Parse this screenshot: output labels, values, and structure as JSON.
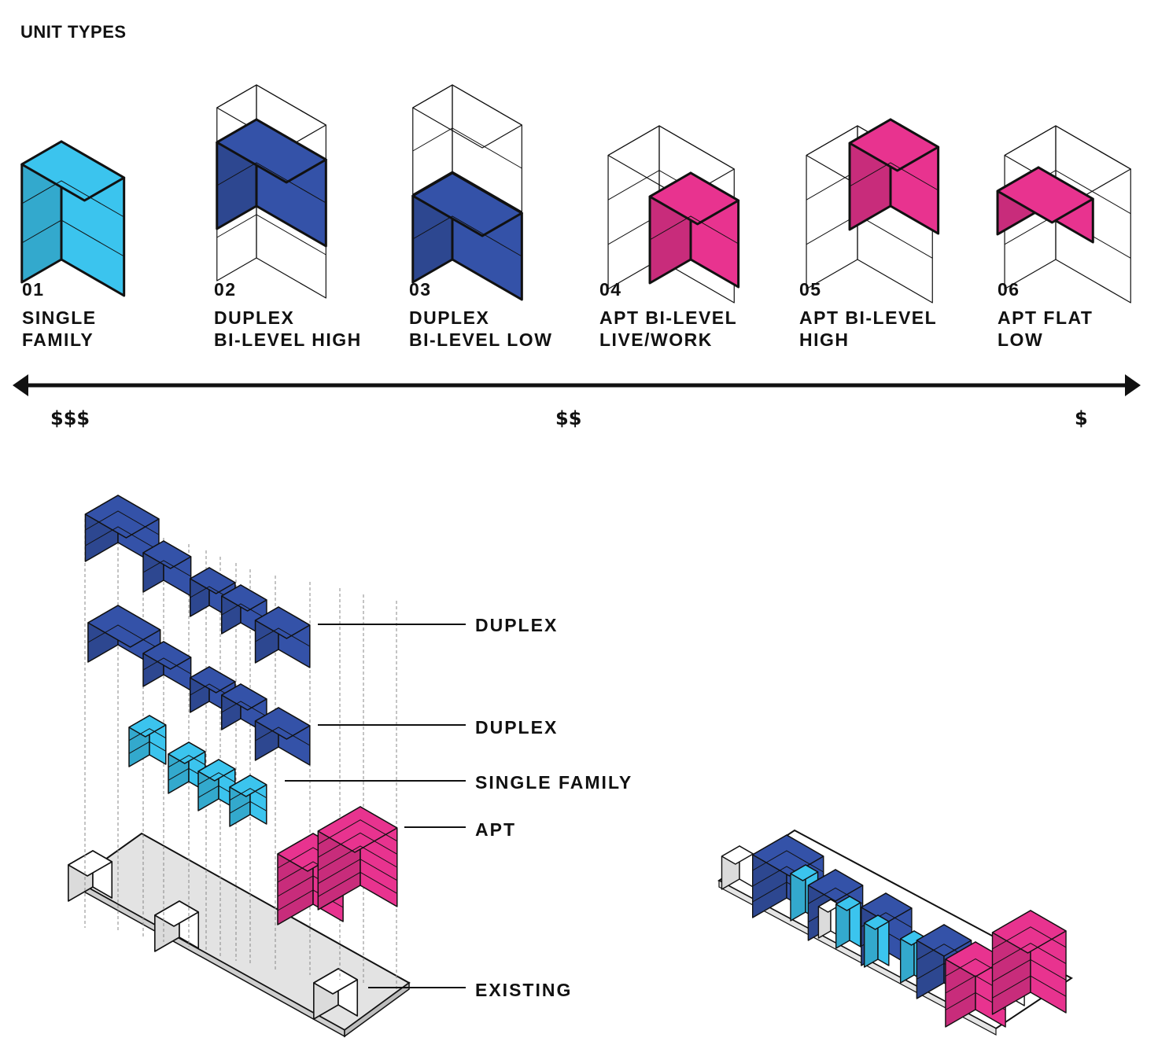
{
  "heading": "UNIT TYPES",
  "colors": {
    "single_family": "#3bc4ee",
    "duplex": "#3452a8",
    "apartment": "#e8338f",
    "existing": "#ffffff",
    "site": "#e3e3e3",
    "outline": "#111111"
  },
  "units": [
    {
      "number": "01",
      "line1": "SINGLE",
      "line2": "FAMILY",
      "color_key": "single_family"
    },
    {
      "number": "02",
      "line1": "DUPLEX",
      "line2": "BI-LEVEL HIGH",
      "color_key": "duplex"
    },
    {
      "number": "03",
      "line1": "DUPLEX",
      "line2": "BI-LEVEL LOW",
      "color_key": "duplex"
    },
    {
      "number": "04",
      "line1": "APT BI-LEVEL",
      "line2": "LIVE/WORK",
      "color_key": "apartment"
    },
    {
      "number": "05",
      "line1": "APT BI-LEVEL",
      "line2": "HIGH",
      "color_key": "apartment"
    },
    {
      "number": "06",
      "line1": "APT FLAT",
      "line2": "LOW",
      "color_key": "apartment"
    }
  ],
  "price_scale": {
    "left": "$$$",
    "middle": "$$",
    "right": "$"
  },
  "exploded_labels": {
    "duplex_upper": "DUPLEX",
    "duplex_lower": "DUPLEX",
    "single_family": "SINGLE FAMILY",
    "apt": "APT",
    "existing": "EXISTING"
  }
}
